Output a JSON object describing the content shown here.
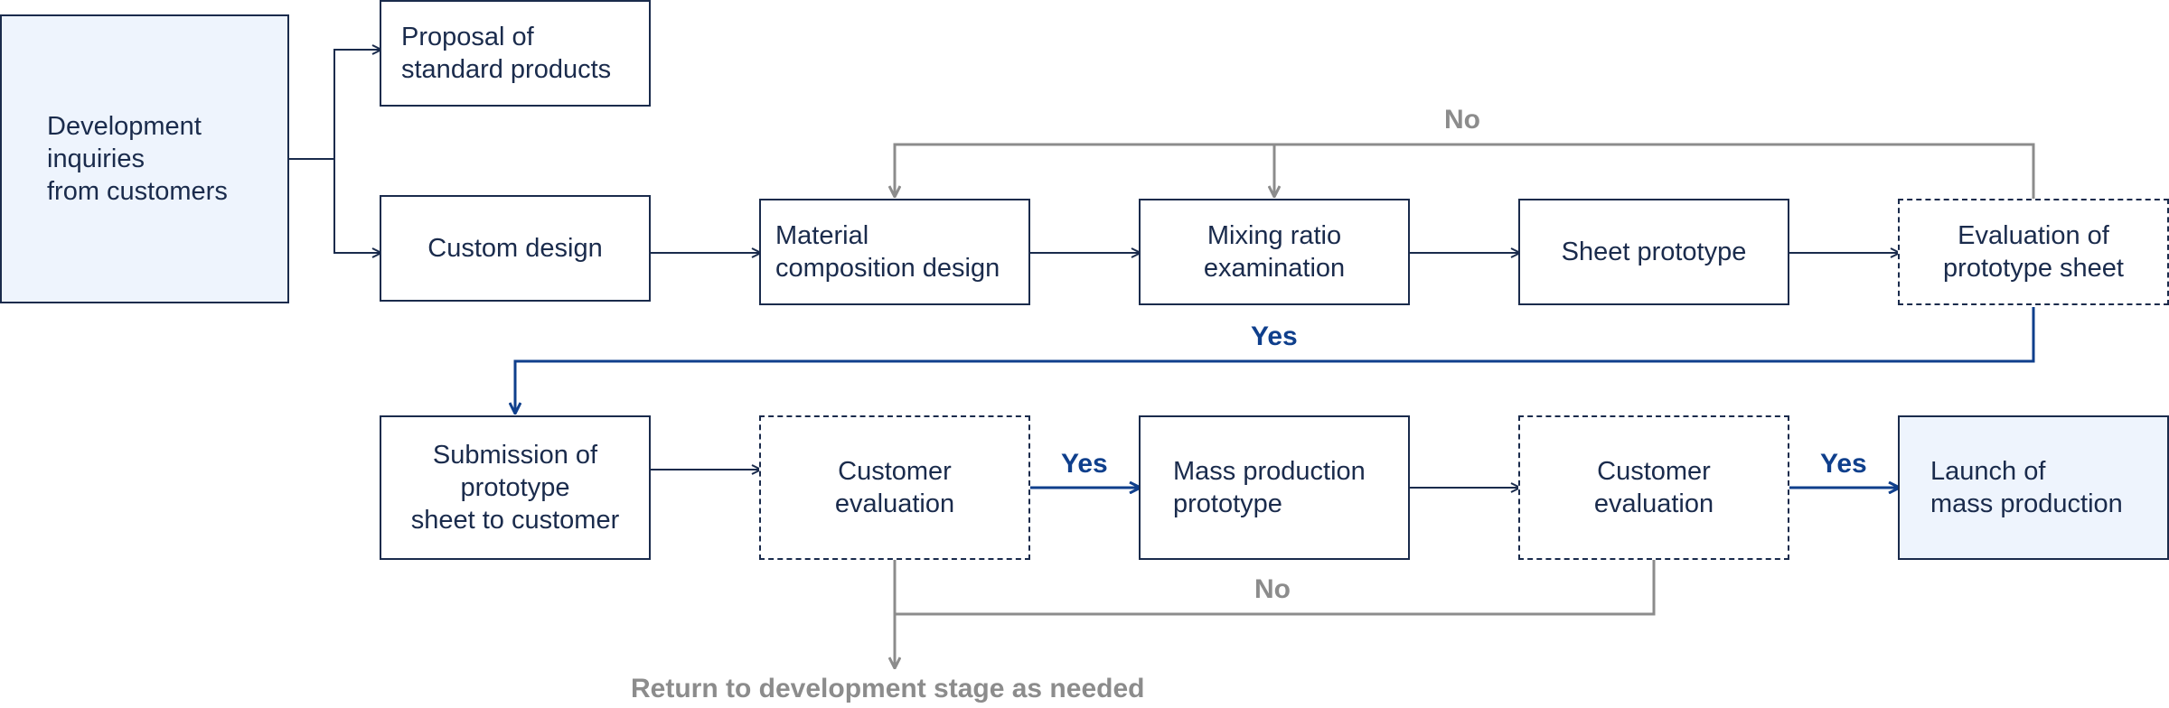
{
  "boxes": {
    "inquiries": "Development\ninquiries\nfrom customers",
    "standard": "Proposal of\nstandard products",
    "custom": "Custom design",
    "material": "Material\ncomposition design",
    "mixing": "Mixing ratio\nexamination",
    "sheet": "Sheet prototype",
    "evaluation": "Evaluation of\nprototype sheet",
    "submission": "Submission of\nprototype\nsheet to customer",
    "customer_eval_1": "Customer\nevaluation",
    "mass_proto": "Mass production\nprototype",
    "customer_eval_2": "Customer\nevaluation",
    "launch": "Launch of\nmass production"
  },
  "labels": {
    "no_top": "No",
    "yes_mid": "Yes",
    "yes_left": "Yes",
    "yes_right": "Yes",
    "no_bottom": "No",
    "return": "Return to development stage as needed"
  },
  "colors": {
    "box_border": "#1a2b4c",
    "box_fill_highlight": "#eef4fd",
    "arrow_dark": "#1a2b4c",
    "arrow_gray": "#8c8c8c",
    "arrow_blue": "#0f3f8c"
  }
}
